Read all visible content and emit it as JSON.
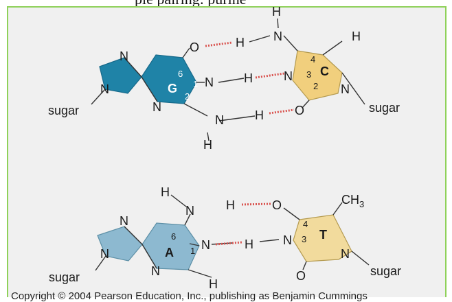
{
  "caption_fragment": "ple pairing: purine",
  "copyright": "Copyright © 2004 Pearson Education, Inc., publishing as Benjamin Cummings",
  "colors": {
    "border": "#8fd15a",
    "background": "#f0f0f0",
    "guanine": "#1f83a7",
    "cytosine": "#f1cf7d",
    "adenine": "#8db9d0",
    "thymine": "#f2db9d",
    "hydrogen_bond": "#d9534f"
  },
  "gc_pair": {
    "guanine_label": "G",
    "cytosine_label": "C",
    "guanine_numbers": [
      "6",
      "1",
      "2"
    ],
    "cytosine_numbers": [
      "4",
      "3",
      "2"
    ],
    "atoms": {
      "O_top": "O",
      "H_top": "H",
      "N_top": "N",
      "H_top_right": "H",
      "H_ring": "H",
      "N_c_top": "N",
      "H_middle": "H",
      "N_g_middle": "N",
      "N_c_middle": "N",
      "N_g_left": "N",
      "N_g_bottom": "N",
      "N_g_lower": "N",
      "H_lower": "H",
      "O_lower": "O",
      "H_bottom": "H",
      "N_c_right": "N"
    },
    "sugar_left": "sugar",
    "sugar_right": "sugar"
  },
  "at_pair": {
    "adenine_label": "A",
    "thymine_label": "T",
    "adenine_numbers": [
      "6",
      "1"
    ],
    "thymine_numbers": [
      "4",
      "3"
    ],
    "atoms": {
      "H_a_top": "H",
      "N_a_top": "N",
      "H_a_hbond": "H",
      "O_t_top": "O",
      "CH3": "CH",
      "CH3_sub": "3",
      "N_a_ring_top": "N",
      "N_a_left": "N",
      "N_a_middle": "N",
      "H_t_middle": "H",
      "N_t_middle": "N",
      "N_t_right": "N",
      "N_a_bottom": "N",
      "H_a_bottom": "H",
      "O_t_bottom": "O"
    },
    "sugar_left": "sugar",
    "sugar_right": "sugar"
  }
}
